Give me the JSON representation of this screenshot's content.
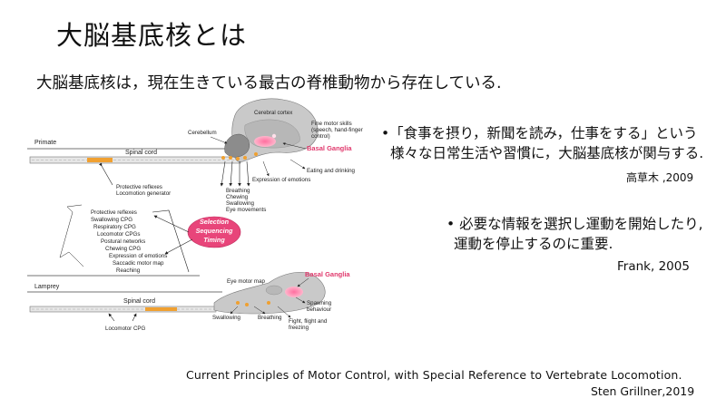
{
  "title": "大脳基底核とは",
  "subtitle": "大脳基底核は，現在生きている最古の脊椎動物から存在している.",
  "bullet1": {
    "line1": "•「食事を摂り，新聞を読み，仕事をする」という",
    "line2": "様々な日常生活や習慣に，大脳基底核が関与する.",
    "citation": "高草木 ,2009"
  },
  "bullet2": {
    "line1": "• 必要な情報を選択し運動を開始したり,",
    "line2": "運動を停止するのに重要.",
    "citation": "Frank, 2005"
  },
  "reference": {
    "line1": "Current Principles of Motor Control, with Special Reference to Vertebrate Locomotion.",
    "line2": "Sten Grillner,2019"
  },
  "diagram": {
    "primate": {
      "label": "Primate",
      "spinal_cord": "Spinal cord",
      "cerebral_cortex": "Cerebral cortex",
      "cerebellum": "Cerebellum",
      "fine_motor_1": "Fine motor skills",
      "fine_motor_2": "(speech, hand-finger",
      "fine_motor_3": "control)",
      "basal_ganglia": "Basal Ganglia",
      "eating": "Eating and drinking",
      "emotions": "Expression of emotions",
      "protective_1": "Protective reflexes",
      "protective_2": "Locomotion generator",
      "breathing": "Breathing",
      "chewing": "Chewing",
      "swallowing": "Swallowing",
      "eye_movements": "Eye movements"
    },
    "list": [
      "Protective reflexes",
      "Swallowing CPG",
      "Respiratory CPG",
      "Locomotor CPGs",
      "Postural networks",
      "Chewing CPG",
      "Expression of emotions",
      "Saccadic motor map",
      "Reaching"
    ],
    "selection": {
      "line1": "Selection",
      "line2": "Sequencing",
      "line3": "Timing"
    },
    "lamprey": {
      "label": "Lamprey",
      "spinal_cord": "Spinal cord",
      "eye_motor_map": "Eye motor map",
      "basal_ganglia": "Basal Ganglia",
      "spawning_1": "Spawning",
      "spawning_2": "behaviour",
      "swallowing": "Swallowing",
      "breathing": "Breathing",
      "fight_1": "Fight, flight and",
      "fight_2": "freezing",
      "locomotor_cpg": "Locomotor CPG"
    }
  },
  "colors": {
    "basal_ganglia": "#e0386c",
    "selection_ellipse": "#e8457a",
    "spinal_segment": "#f0a030"
  }
}
